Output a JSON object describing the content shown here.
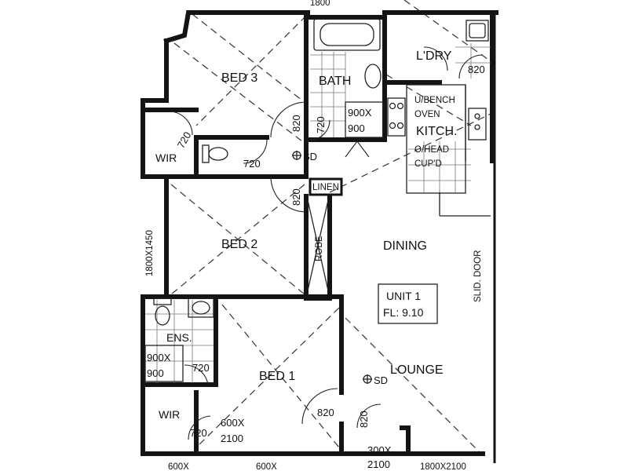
{
  "rooms": {
    "bed3": "BED 3",
    "bath": "BATH",
    "ldry": "L'DRY",
    "wir_top": "WIR",
    "bed2": "BED 2",
    "dining": "DINING",
    "ens": "ENS.",
    "bed1": "BED 1",
    "lounge": "LOUNGE",
    "wir_bottom": "WIR",
    "kitch": "KITCH."
  },
  "fixtures": {
    "ubench": "U/BENCH",
    "oven": "OVEN",
    "ohead": "O/HEAD",
    "cupd": "CUP'D",
    "linen": "LINEN",
    "robe": "ROBE",
    "slid_door": "SLID. DOOR",
    "sd_top": "SD",
    "sd_bottom": "SD"
  },
  "unit": {
    "line1": "UNIT 1",
    "line2": "FL: 9.10"
  },
  "dimensions": {
    "d1800_top": "1800",
    "d820_ldry": "820",
    "d720_wir": "720",
    "d820_bed3": "820",
    "d720_bath": "720",
    "d900x_bath": "900X",
    "d900_bath": "900",
    "d720_wc": "720",
    "d820_bed2": "820",
    "d1800x1450": "1800X1450",
    "d900x_ens": "900X",
    "d900_ens": "900",
    "d720_ens": "720",
    "d720_wir2": "720",
    "d600x": "600X",
    "d2100": "2100",
    "d820_bed1": "820",
    "d820_lounge": "820",
    "d300x": "300X",
    "d2100_b": "2100",
    "d600x_b1": "600X",
    "d600x_b2": "600X",
    "d1800x2100_b": "1800X2100"
  }
}
